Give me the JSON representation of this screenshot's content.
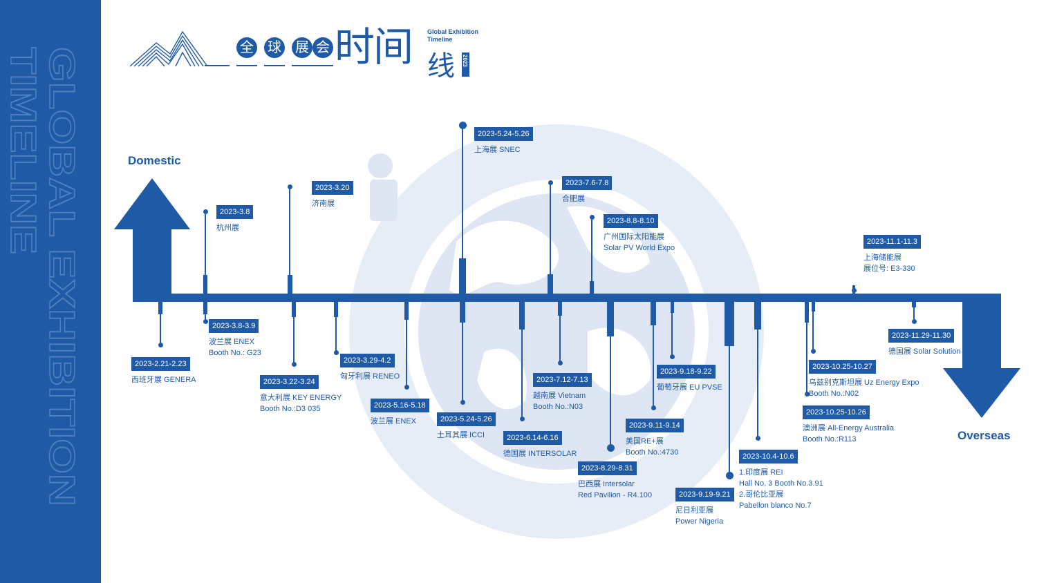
{
  "sidebar": {
    "text_line1": "GLOBAL EXHIBITION",
    "text_line2": "TIMELINE"
  },
  "header": {
    "circles": [
      "全",
      "球",
      "展",
      "会"
    ],
    "big_title": "时间",
    "big_title_2": "线",
    "en_line1": "Global Exhibition",
    "en_line2": "Timeline",
    "year": "2023"
  },
  "labels": {
    "domestic": "Domestic",
    "overseas": "Overseas"
  },
  "colors": {
    "primary": "#1f5aa6",
    "light": "#dde6f2",
    "white": "#ffffff"
  },
  "icons": [
    "arrow-up-icon",
    "arrow-down-icon",
    "mountain-logo-icon",
    "globe-icon"
  ],
  "events": [
    {
      "date": "2023-2.21-2.23",
      "lines": [
        "西班牙展 GENERA"
      ]
    },
    {
      "date": "2023-3.8",
      "lines": [
        "杭州展"
      ]
    },
    {
      "date": "2023-3.8-3.9",
      "lines": [
        "波兰展 ENEX",
        "Booth No.: G23"
      ]
    },
    {
      "date": "2023-3.20",
      "lines": [
        "济南展"
      ]
    },
    {
      "date": "2023-3.22-3.24",
      "lines": [
        "意大利展 KEY ENERGY",
        "Booth No.:D3 035"
      ]
    },
    {
      "date": "2023-3.29-4.2",
      "lines": [
        "匈牙利展 RENEO"
      ]
    },
    {
      "date": "2023-5.16-5.18",
      "lines": [
        "波兰展 ENEX"
      ]
    },
    {
      "date": "2023-5.24-5.26",
      "lines": [
        "上海展 SNEC"
      ]
    },
    {
      "date": "2023-5.24-5.26",
      "lines": [
        "土耳其展 ICCI"
      ]
    },
    {
      "date": "2023-6.14-6.16",
      "lines": [
        "德国展 INTERSOLAR"
      ]
    },
    {
      "date": "2023-7.6-7.8",
      "lines": [
        "合肥展"
      ]
    },
    {
      "date": "2023-7.12-7.13",
      "lines": [
        "越南展 Vietnam",
        "Booth No.:N03"
      ]
    },
    {
      "date": "2023-8.8-8.10",
      "lines": [
        "广州国际太阳能展",
        "Solar PV World Expo"
      ]
    },
    {
      "date": "2023-8.29-8.31",
      "lines": [
        "巴西展 Intersolar",
        "Red Pavilion - R4.100"
      ]
    },
    {
      "date": "2023-9.11-9.14",
      "lines": [
        "美国RE+展",
        "Booth No.:4730"
      ]
    },
    {
      "date": "2023-9.18-9.22",
      "lines": [
        "葡萄牙展 EU PVSE"
      ]
    },
    {
      "date": "2023-9.19-9.21",
      "lines": [
        "尼日利亚展",
        "Power Nigeria"
      ]
    },
    {
      "date": "2023-10.4-10.6",
      "lines": [
        "1.印度展 REI",
        "Hall No. 3 Booth No.3.91",
        "2.哥伦比亚展",
        "Pabellon blanco No.7"
      ]
    },
    {
      "date": "2023-10.25-10.26",
      "lines": [
        "澳洲展 All-Energy Australia",
        "Booth No.:R113"
      ]
    },
    {
      "date": "2023-10.25-10.27",
      "lines": [
        "乌兹别克斯坦展 Uz Energy Expo",
        "Booth No.:N02"
      ]
    },
    {
      "date": "2023-11.1-11.3",
      "lines": [
        "上海储能展",
        "展位号: E3-330"
      ]
    },
    {
      "date": "2023-11.29-11.30",
      "lines": [
        "德国展 Solar Solution"
      ]
    }
  ]
}
